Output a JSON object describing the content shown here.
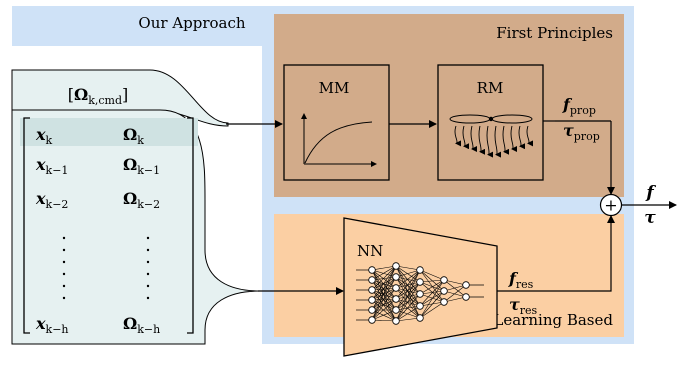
{
  "header": {
    "approach_label": "Our Approach"
  },
  "first_principles": {
    "title": "First Principles",
    "motor_model_label": "MM",
    "rotor_model_label": "RM",
    "force_symbol": "f",
    "torque_symbol": "τ",
    "subscript": "prop"
  },
  "learning_based": {
    "title": "Learning Based",
    "network_label": "NN",
    "force_symbol": "f",
    "torque_symbol": "τ",
    "subscript": "res"
  },
  "command_input": {
    "symbol": "Ω",
    "subscript": "k,cmd"
  },
  "state_history": {
    "rows": [
      {
        "left_symbol": "x",
        "left_sub": "k",
        "right_symbol": "Ω",
        "right_sub": "k"
      },
      {
        "left_symbol": "x",
        "left_sub": "k−1",
        "right_symbol": "Ω",
        "right_sub": "k−1"
      },
      {
        "left_symbol": "x",
        "left_sub": "k−2",
        "right_symbol": "Ω",
        "right_sub": "k−2"
      },
      {
        "left_symbol": "x",
        "left_sub": "k−h",
        "right_symbol": "Ω",
        "right_sub": "k−h"
      }
    ]
  },
  "output": {
    "force_symbol": "f",
    "torque_symbol": "τ",
    "sum_symbol": "+"
  },
  "colors": {
    "approach_bg": "#cfe2f7",
    "first_principles_bg": "#d2ab8a",
    "learning_based_bg": "#fbcfa3",
    "input_panel_bg": "#e6f1f1",
    "highlight_row": "#cfe2e2"
  }
}
